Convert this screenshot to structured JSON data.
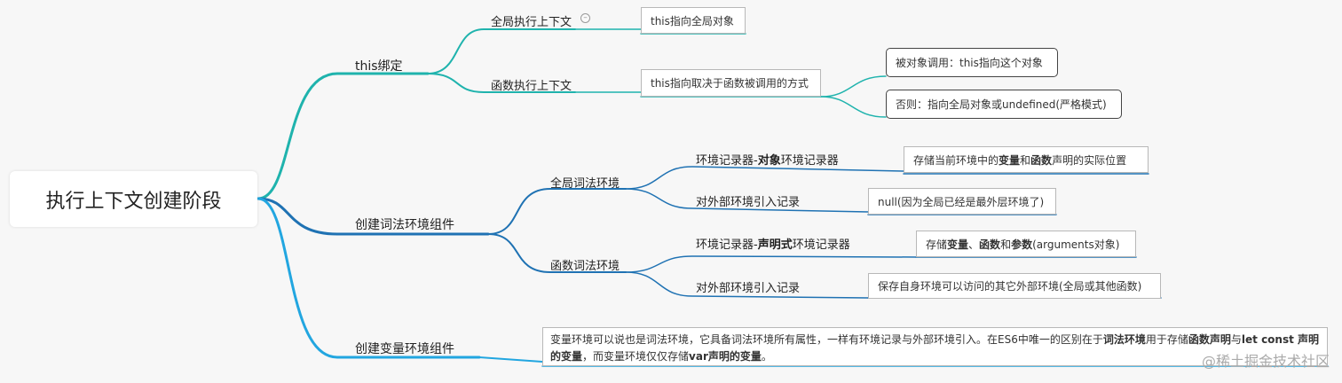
{
  "root": "执行上下文创建阶段",
  "branch_this": {
    "label": "this绑定",
    "global": {
      "label": "全局执行上下文",
      "note": "this指向全局对象"
    },
    "func": {
      "label": "函数执行上下文",
      "note": "this指向取决于函数被调用的方式",
      "by_object": "被对象调用：this指向这个对象",
      "otherwise": "否则：指向全局对象或undefined(严格模式)"
    }
  },
  "branch_lex": {
    "label": "创建词法环境组件",
    "global_env": {
      "label": "全局词法环境",
      "record": {
        "pre": "环境记录器-",
        "bold": "对象",
        "post": "环境记录器"
      },
      "record_note": {
        "t1": "存储当前环境中的",
        "b1": "变量",
        "t2": "和",
        "b2": "函数",
        "t3": "声明的实际位置"
      },
      "outer": "对外部环境引入记录",
      "outer_note": "null(因为全局已经是最外层环境了)"
    },
    "func_env": {
      "label": "函数词法环境",
      "record": {
        "pre": "环境记录器-",
        "bold": "声明式",
        "post": "环境记录器"
      },
      "record_note": {
        "t1": "存储",
        "b1": "变量",
        "t2": "、",
        "b2": "函数",
        "t3": "和",
        "b3": "参数",
        "t4": "(arguments对象)"
      },
      "outer": "对外部环境引入记录",
      "outer_note": "保存自身环境可以访问的其它外部环境(全局或其他函数)"
    }
  },
  "branch_var": {
    "label": "创建变量环境组件",
    "note": {
      "t1": "变量环境可以说也是词法环境，它具备词法环境所有属性，一样有环境记录与外部环境引入。在ES6中唯一的区别在于",
      "b1": "词法环境",
      "t2": "用于存储",
      "b2": "函数声明",
      "t3": "与",
      "b3": "let const 声明的变量",
      "t4": "，而变量环境仅仅存储",
      "b4": "var声明的变量",
      "t5": "。"
    }
  },
  "watermark": "@稀土掘金技术社区",
  "colors": {
    "teal": "#1fb3ad",
    "blue": "#1f72b3",
    "sky": "#22a6e0"
  }
}
